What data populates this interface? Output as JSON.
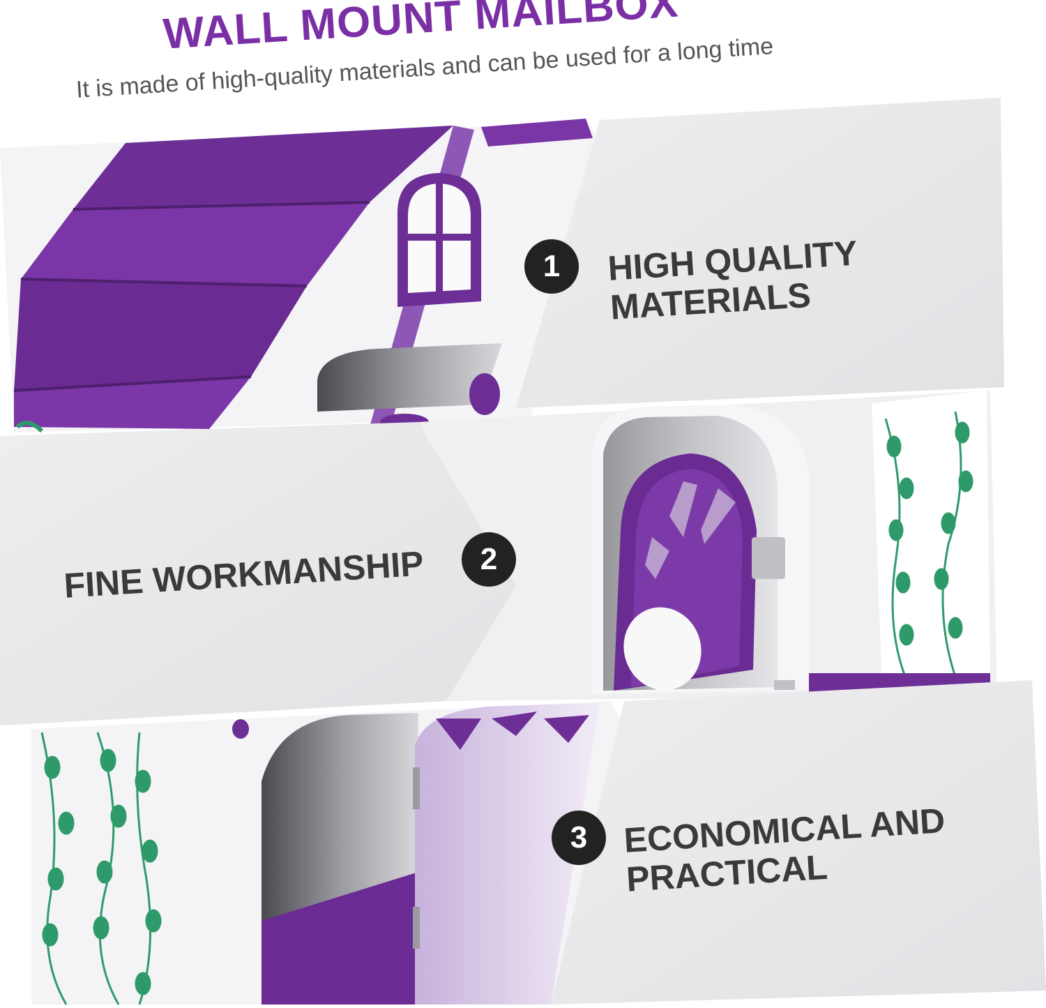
{
  "header": {
    "title": "WALL MOUNT MAILBOX",
    "subtitle": "It is made of high-quality materials and can be used for a long time"
  },
  "features": [
    {
      "number": "1",
      "lines": [
        "HIGH QUALITY",
        "MATERIALS"
      ]
    },
    {
      "number": "2",
      "lines": [
        "FINE WORKMANSHIP"
      ]
    },
    {
      "number": "3",
      "lines": [
        "ECONOMICAL AND",
        "PRACTICAL"
      ]
    }
  ],
  "colors": {
    "accent_purple": "#7b2fa5",
    "badge": "#222222",
    "panel_gray": "#ececee",
    "leaf_green": "#2e9a6a"
  },
  "images": [
    {
      "name": "mailbox-roof-photo",
      "subject": "purple roof with arched window"
    },
    {
      "name": "mailbox-door-photo",
      "subject": "open purple arched door with hinges"
    },
    {
      "name": "mailbox-opening-photo",
      "subject": "white arched opening with vine decoration"
    }
  ]
}
